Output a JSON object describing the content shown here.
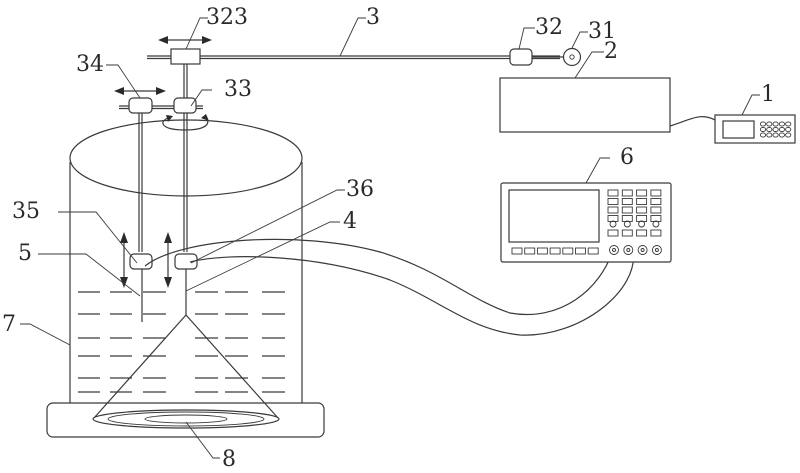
{
  "figure": {
    "type": "patent-schematic",
    "line_color": "#3a3a3a",
    "background": "#ffffff"
  },
  "labels": {
    "handheld_controller": "1",
    "controller_box": "2",
    "guide_rail": "3",
    "motor": "31",
    "drive_block": "32",
    "rail_slider": "323",
    "rotary_joint": "33",
    "lateral_slider": "34",
    "hydrophone_holder_left": "35",
    "hydrophone_holder_right": "36",
    "transducer_probe": "4",
    "hydrophone": "5",
    "oscilloscope": "6",
    "water_tank": "7",
    "ultrasound_source": "8"
  },
  "oscilloscope": {
    "soft_key_count": 7,
    "button_rows": 4,
    "button_cols": 4,
    "knob_count": 4,
    "connector_count": 4
  },
  "handheld": {
    "keypad_rows": 3,
    "keypad_cols": 5
  },
  "tank": {
    "liquid_dash_rows": 6
  }
}
